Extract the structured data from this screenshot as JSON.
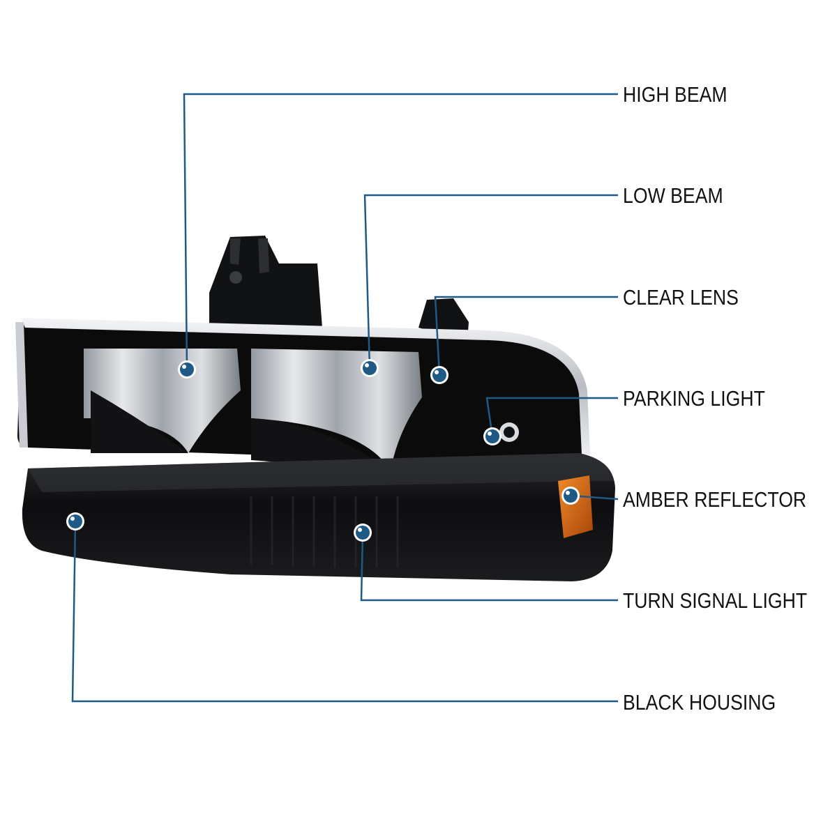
{
  "callouts": {
    "high_beam": "HIGH BEAM",
    "low_beam": "LOW BEAM",
    "clear_lens": "CLEAR LENS",
    "parking_light": "PARKING LIGHT",
    "amber_reflector": "AMBER REFLECTOR",
    "turn_signal_light": "TURN SIGNAL LIGHT",
    "black_housing": "BLACK HOUSING"
  },
  "colors": {
    "leader_line": "#1f5a86",
    "marker_dot": "#1f5a86",
    "marker_ring": "#ffffff",
    "housing": "#0b0b0c",
    "chrome_trim": "#d9dce0",
    "amber": "#d86a12"
  }
}
